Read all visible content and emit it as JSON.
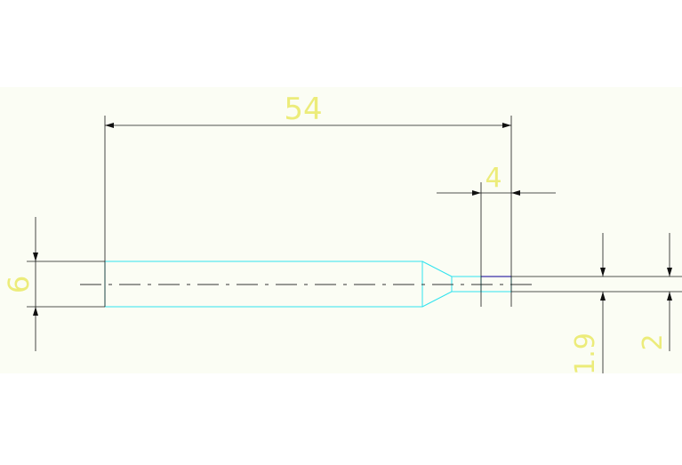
{
  "drawing": {
    "background_color": "#fbfdf4",
    "outline_color": "#31e3ee",
    "dimension_line_color": "#1a1a1a",
    "dimension_text_color": "#ecec7a",
    "centerline_color": "#333333",
    "accent_color": "#3a2fa8"
  },
  "dimensions": {
    "overall_length": "54",
    "tip_length": "4",
    "body_diameter": "6",
    "tip_diameter_a": "1.9",
    "tip_diameter_b": "2"
  }
}
